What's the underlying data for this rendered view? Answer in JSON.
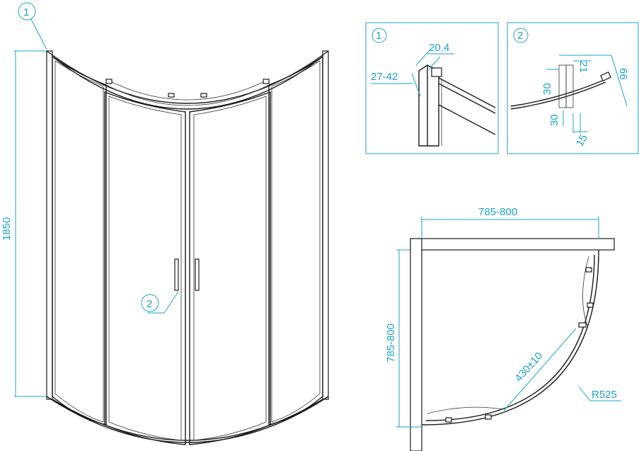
{
  "dimensions": {
    "height": "1850",
    "width_top": "785-800",
    "width_side": "785-800",
    "door_opening": "430±10",
    "radius": "R525"
  },
  "detail1": {
    "callout": "1",
    "profile_width": "20.4",
    "adjust_range": "27-42"
  },
  "detail2": {
    "callout": "2",
    "d21": "21",
    "d66": "66",
    "d30a": "30",
    "d30b": "30",
    "d15": "15"
  },
  "colors": {
    "dimension": "#1aa3c8",
    "outline": "#1a1a1a"
  }
}
